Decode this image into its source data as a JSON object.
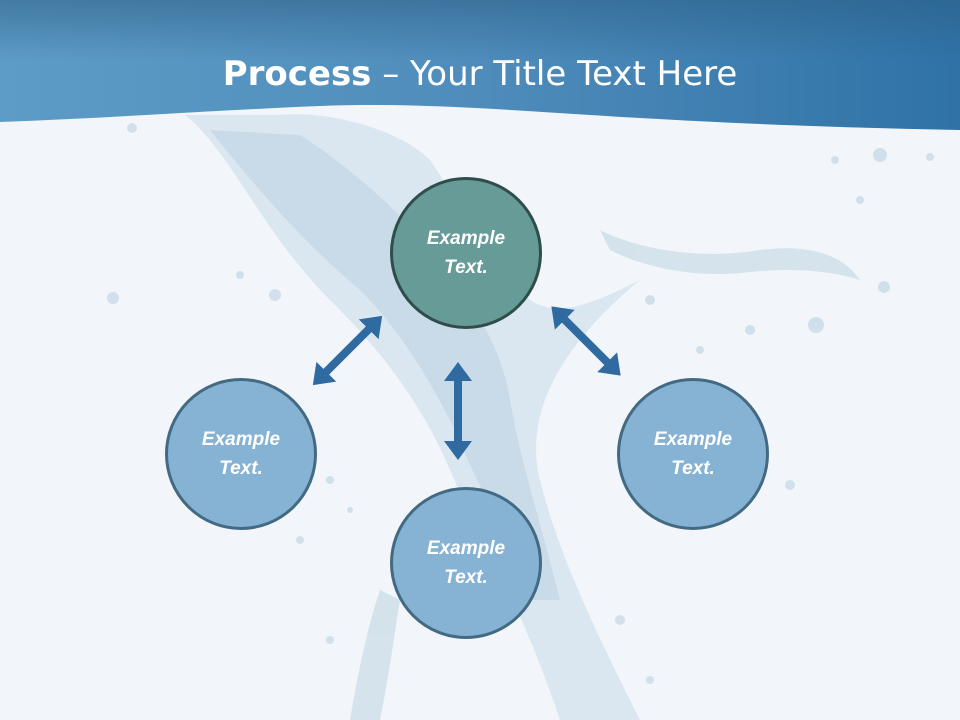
{
  "slide": {
    "title_bold": "Process",
    "title_rest": " – Your Title Text Here"
  },
  "nodes": {
    "top": {
      "line1": "Example",
      "line2": "Text."
    },
    "left": {
      "line1": "Example",
      "line2": "Text."
    },
    "right": {
      "line1": "Example",
      "line2": "Text."
    },
    "bottom": {
      "line1": "Example",
      "line2": "Text."
    }
  },
  "colors": {
    "header_blue": "#3a78a8",
    "top_circle": "#669b98",
    "side_circle": "#86b3d4",
    "arrow": "#2f6aa0"
  }
}
